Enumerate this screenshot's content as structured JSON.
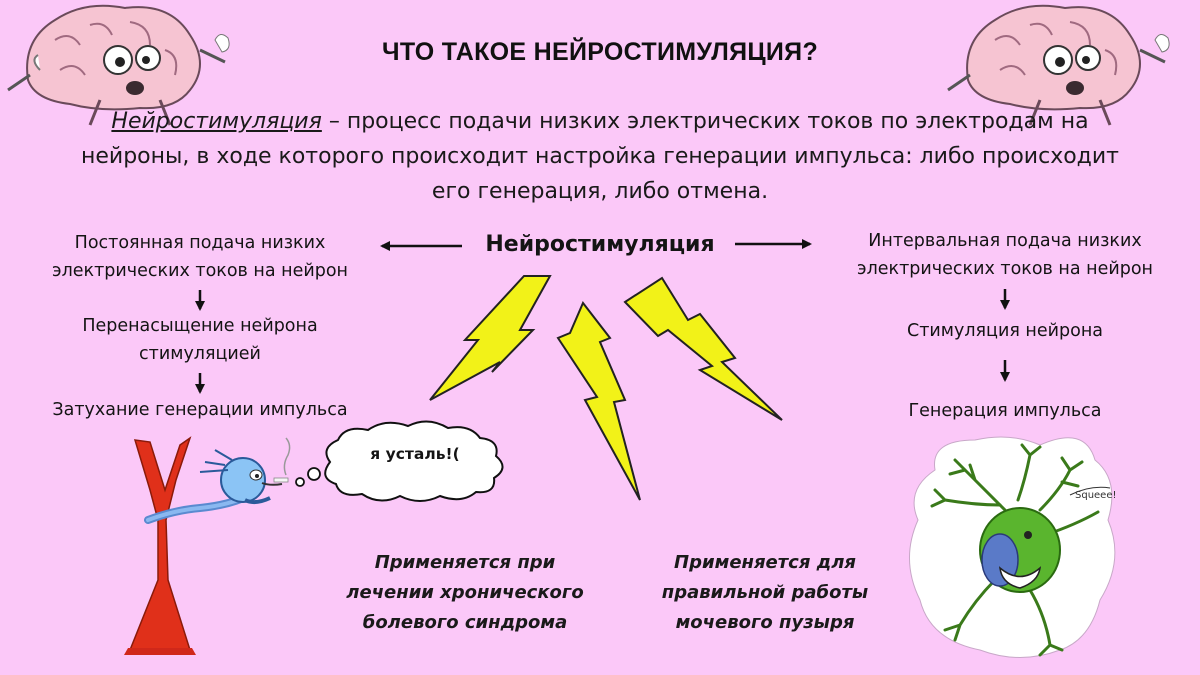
{
  "title": "ЧТО ТАКОЕ НЕЙРОСТИМУЛЯЦИЯ?",
  "definition": {
    "term": "Нейростимуляция",
    "text": " – процесс подачи низких электрических токов по электродам на нейроны, в ходе которого происходит настройка генерации импульса: либо происходит его генерация, либо отмена."
  },
  "center_node": "Нейростимуляция",
  "left_branch": {
    "steps": [
      "Постоянная подача низких электрических токов на нейрон",
      "Перенасыщение нейрона стимуляцией",
      "Затухание генерации импульса"
    ],
    "bubble": "я усталь!(",
    "application": "Применяется при лечении хронического болевого синдрома"
  },
  "right_branch": {
    "steps": [
      "Интервальная подача низких электрических токов на нейрон",
      "Стимуляция нейрона",
      "Генерация импульса"
    ],
    "sticker_text": "Squeee!",
    "application": "Применяется для правильной работы мочевого пузыря"
  },
  "colors": {
    "background": "#fbc8f8",
    "lightning": "#f2f218",
    "neuron_green": "#5ab52e",
    "brain_pink": "#f6c4d2"
  }
}
